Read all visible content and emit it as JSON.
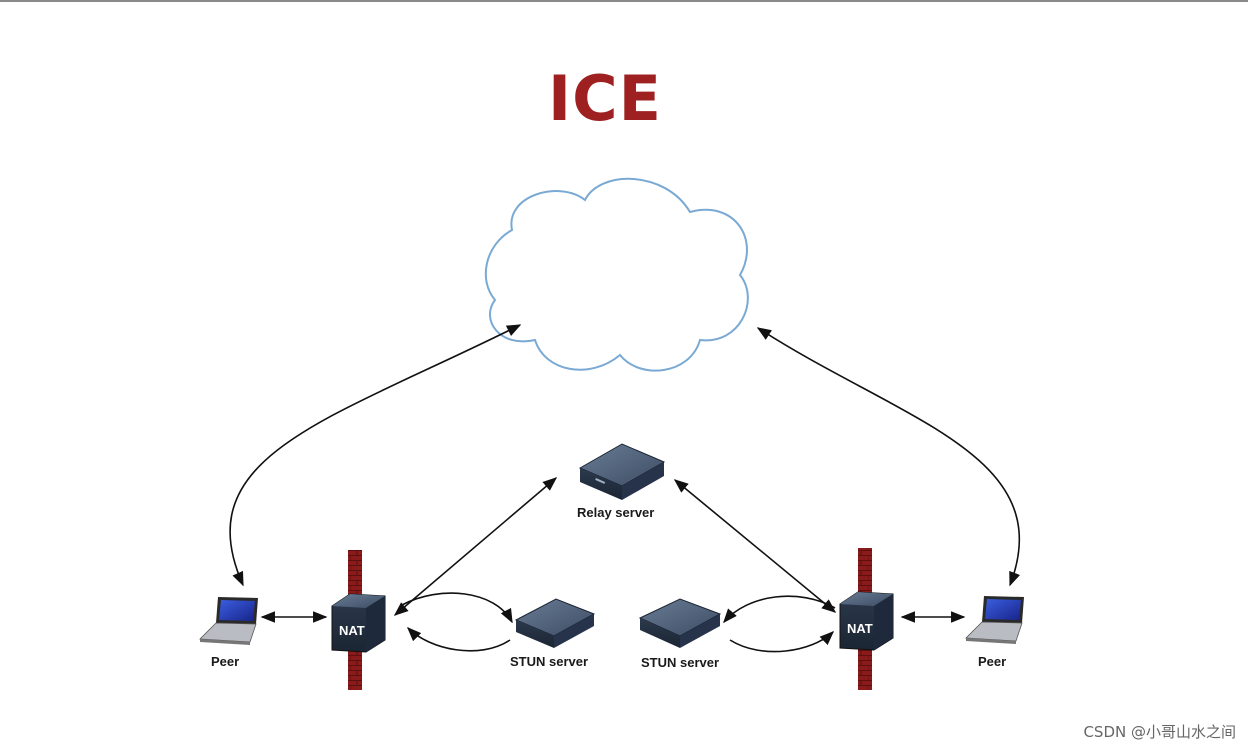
{
  "title": "ICE",
  "nodes": {
    "relay_server": "Relay server",
    "stun_server_left": "STUN server",
    "stun_server_right": "STUN server",
    "nat_left": "NAT",
    "nat_right": "NAT",
    "peer_left": "Peer",
    "peer_right": "Peer"
  },
  "colors": {
    "title": "#9e2020",
    "cloud_stroke": "#7aaad4",
    "firewall": "#8b1a1a",
    "device": "#2e3e52"
  },
  "watermark": "CSDN @小哥山水之间"
}
